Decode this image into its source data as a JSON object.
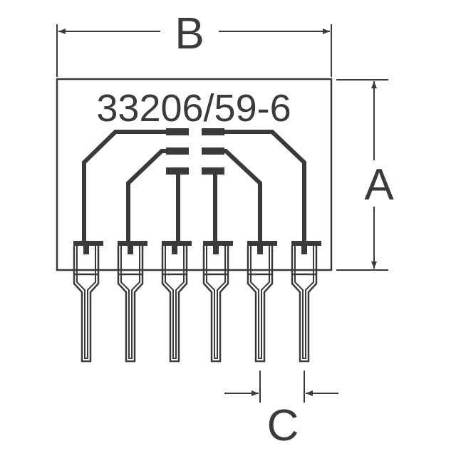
{
  "part_marking": "33206/59-6",
  "dimensions": {
    "width_label": "B",
    "height_label": "A",
    "pitch_label": "C"
  },
  "pin_count": 6,
  "colors": {
    "ink": "#3a3a3a",
    "background": "#ffffff"
  }
}
